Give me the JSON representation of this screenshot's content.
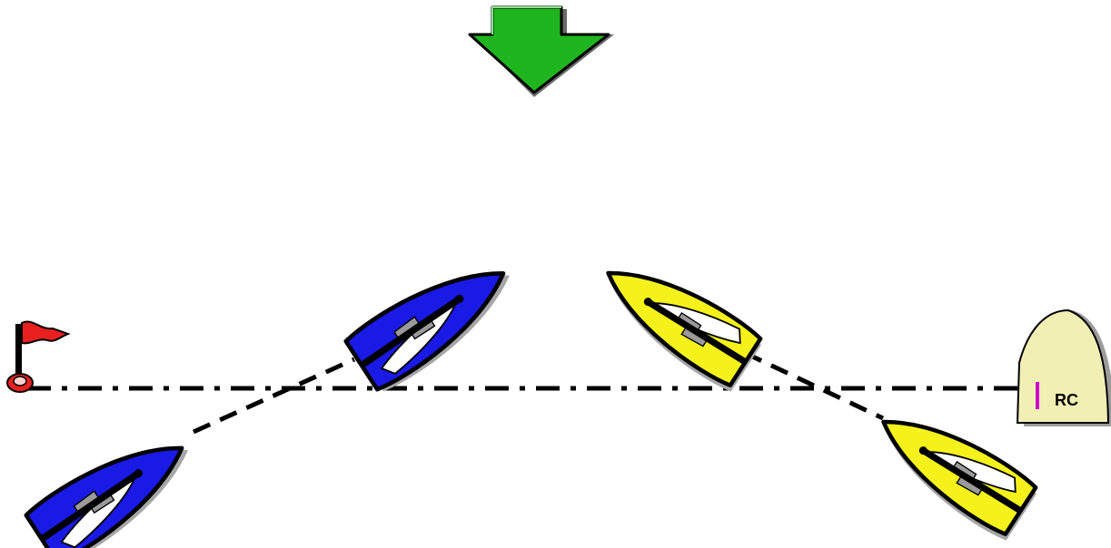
{
  "committee_boat": {
    "label": "RC",
    "hull_color": "#f2efb4",
    "flag_color": "#cc00cc"
  },
  "pin_mark": {
    "flag_color": "#e8201e",
    "buoy_color": "#e8201e"
  },
  "wind_arrow": {
    "color": "#1fb51f",
    "direction": "down"
  },
  "boats": {
    "blue": {
      "hull_color": "#1a1ae6"
    },
    "yellow": {
      "hull_color": "#f4f21a"
    }
  },
  "lines": {
    "start_line_style": "dash-dot",
    "track_style": "dashed"
  }
}
